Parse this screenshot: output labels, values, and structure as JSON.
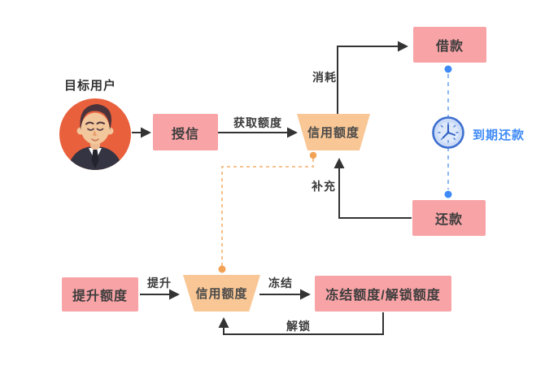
{
  "diagram": {
    "user_label": "目标用户",
    "nodes": {
      "grant": "授信",
      "credit_top": "信用额度",
      "borrow": "借款",
      "repay": "还款",
      "raise_quota": "提升额度",
      "credit_bottom": "信用额度",
      "freeze_unlock": "冻结额度/解锁额度"
    },
    "edges": {
      "get_quota": "获取额度",
      "consume": "消耗",
      "replenish": "补充",
      "due_repay": "到期还款",
      "raise": "提升",
      "freeze": "冻结",
      "unlock": "解锁"
    },
    "icons": {
      "clock": "clock-icon",
      "avatar": "male-user-avatar"
    },
    "colors": {
      "node_pink": "#f8a3a6",
      "trapezoid_orange": "#f9c795",
      "arrow_black": "#333333",
      "dashed_orange": "#f3b06d",
      "dashed_orange_dot": "#f2a254",
      "dashed_blue": "#8cb8f4",
      "blue_dot": "#3d8af7",
      "blue_text": "#3d8af7",
      "avatar_background": "#e8603c",
      "canvas_background": "#ffffff"
    }
  }
}
